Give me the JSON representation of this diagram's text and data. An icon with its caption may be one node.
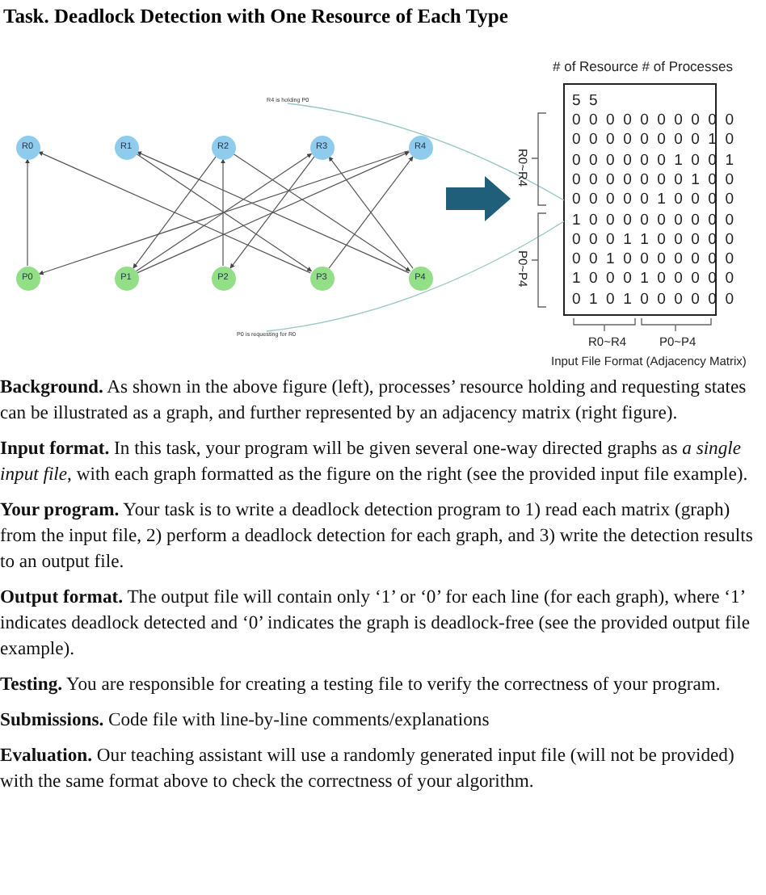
{
  "diagram": {
    "title": "Task. Deadlock Detection with One Resource of Each Type",
    "nodes": [
      {
        "text": [
          "R0"
        ]
      },
      {
        "text": [
          "R1"
        ]
      },
      {
        "text": [
          "R2"
        ]
      },
      {
        "text": [
          "R3"
        ]
      },
      {
        "text": [
          "R4"
        ]
      },
      {
        "text": [
          "P0"
        ]
      },
      {
        "text": [
          "P1"
        ]
      },
      {
        "text": [
          "P2"
        ]
      },
      {
        "text": [
          "P3"
        ]
      },
      {
        "text": [
          "P4"
        ]
      },
      {
        "text": [
          "R4 is holding P0"
        ]
      },
      {
        "text": [
          "P0 is requesting for R0"
        ]
      },
      {
        "text": [],
        "shape": "box"
      }
    ],
    "edges": [
      {
        "from": 1,
        "to": 8,
        "arrow": "to"
      },
      {
        "from": 2,
        "to": 6,
        "arrow": "to"
      },
      {
        "from": 2,
        "to": 9,
        "arrow": "to"
      },
      {
        "from": 3,
        "to": 7,
        "arrow": "to"
      },
      {
        "from": 4,
        "to": 5,
        "arrow": "to"
      },
      {
        "from": 5,
        "to": 0,
        "arrow": "to"
      },
      {
        "from": 6,
        "to": 3,
        "arrow": "to"
      },
      {
        "from": 6,
        "to": 4,
        "arrow": "to"
      },
      {
        "from": 7,
        "to": 2,
        "arrow": "to"
      },
      {
        "from": 8,
        "to": 0,
        "arrow": "to"
      },
      {
        "from": 8,
        "to": 4,
        "arrow": "to"
      },
      {
        "from": 9,
        "to": 1,
        "arrow": "to"
      },
      {
        "from": 9,
        "to": 3,
        "arrow": "to"
      },
      {
        "from": 10,
        "to": 12,
        "arrow": "none",
        "color": "#9cc7c7"
      },
      {
        "from": 11,
        "to": 12,
        "arrow": "none",
        "color": "#9cc7c7"
      }
    ],
    "labels": [
      "# of Resource # of Processes",
      "5 5",
      "0 0 0 0 0 0 0 0 0 0",
      "0 0 0 0 0 0 0 0 1 0",
      "0 0 0 0 0 0 1 0 0 1",
      "0 0 0 0 0 0 0 1 0 0",
      "0 0 0 0 0 1 0 0 0 0",
      "1 0 0 0 0 0 0 0 0 0",
      "0 0 0 1 1 0 0 0 0 0",
      "0 0 1 0 0 0 0 0 0 0",
      "1 0 0 0 1 0 0 0 0 0",
      "0 1 0 1 0 0 0 0 0 0",
      "R0~R4",
      "P0~P4",
      "R0~R4",
      "P0~P4",
      "Input File Format (Adjacency Matrix)",
      "**Background.** As shown in the above figure (left), processes’ resource holding and requesting states can be illustrated as a graph, and further represented by an adjacency matrix (right figure).",
      "**Input format.** In this task, your program will be given several one-way directed graphs as *a single input file*, with each graph formatted as the figure on the right (see the provided input file example).",
      "**Your program.** Your task is to write a deadlock detection program to 1) read each matrix (graph) from the input file, 2) perform a deadlock detection for each graph, and 3) write the detection results to an output file.",
      "**Output format.** The output file will contain only ‘1’ or ‘0’ for each line (for each graph), where ‘1’ indicates deadlock detected and ‘0’ indicates the graph is deadlock-free (see the provided output file example).",
      "**Testing.** You are responsible for creating a testing file to verify the correctness of your program.",
      "**Submissions.** Code file with line-by-line comments/explanations",
      "**Evaluation.** Our teaching assistant will use a randomly generated input file (will not be provided) with the same format above to check the correctness of your algorithm."
    ]
  }
}
